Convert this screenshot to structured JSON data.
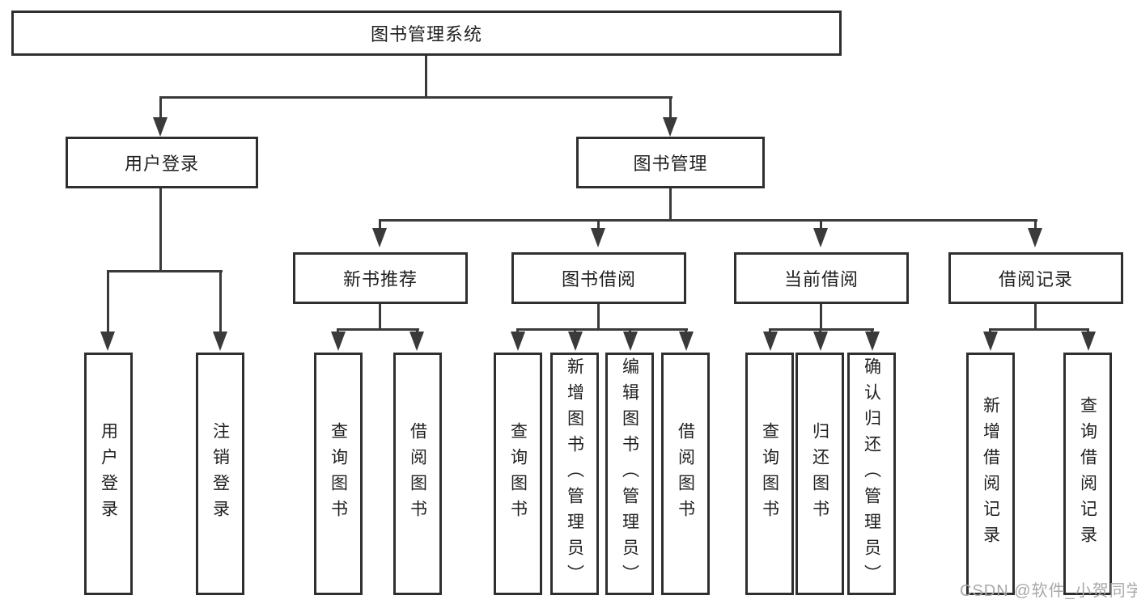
{
  "tree": {
    "label": "图书管理系统",
    "children": [
      {
        "label": "用户登录",
        "children": [
          {
            "label": "用户登录"
          },
          {
            "label": "注销登录"
          }
        ]
      },
      {
        "label": "图书管理",
        "children": [
          {
            "label": "新书推荐",
            "children": [
              {
                "label": "查询图书"
              },
              {
                "label": "借阅图书"
              }
            ]
          },
          {
            "label": "图书借阅",
            "children": [
              {
                "label": "查询图书"
              },
              {
                "label": "新增图书（管理员）"
              },
              {
                "label": "编辑图书（管理员）"
              },
              {
                "label": "借阅图书"
              }
            ]
          },
          {
            "label": "当前借阅",
            "children": [
              {
                "label": "查询图书"
              },
              {
                "label": "归还图书"
              },
              {
                "label": "确认归还（管理员）"
              }
            ]
          },
          {
            "label": "借阅记录",
            "children": [
              {
                "label": "新增借阅记录"
              },
              {
                "label": "查询借阅记录"
              }
            ]
          }
        ]
      }
    ]
  },
  "watermark": {
    "text": "CSDN @软件_小贺同学"
  },
  "colors": {
    "line": "#3a3a3a",
    "box_border": "#2f2f2f",
    "text": "#1f1f1f",
    "watermark": "#a8a8a8",
    "background": "#ffffff"
  }
}
